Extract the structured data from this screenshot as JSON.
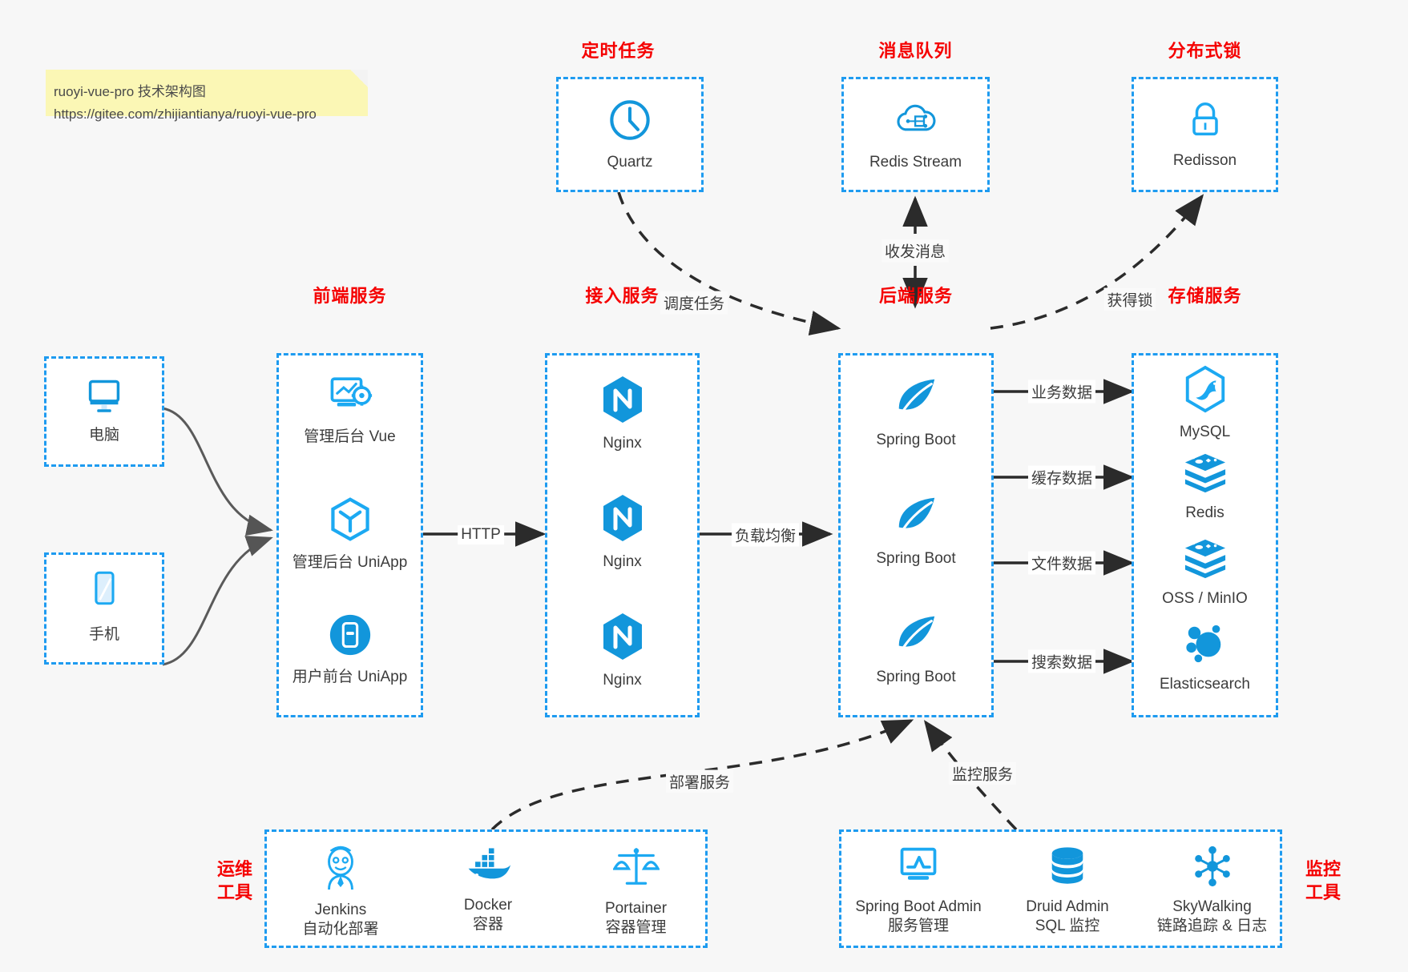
{
  "note": {
    "line1": "ruoyi-vue-pro 技术架构图",
    "line2": "https://gitee.com/zhijiantianya/ruoyi-vue-pro"
  },
  "colors": {
    "accent_blue": "#1e9bf0",
    "icon_blue": "#1296db",
    "title_red": "#f50000",
    "background": "#f7f7f7",
    "box_fill": "#ffffff",
    "arrow_gray": "#555555",
    "text": "#3c3c3c",
    "note_yellow": "#fbf7b5"
  },
  "groups": {
    "scheduled_task": {
      "title": "定时任务",
      "nodes": [
        {
          "label": "Quartz",
          "icon": "clock-icon"
        }
      ]
    },
    "message_queue": {
      "title": "消息队列",
      "nodes": [
        {
          "label": "Redis Stream",
          "icon": "cloud-network-icon"
        }
      ]
    },
    "distributed_lock": {
      "title": "分布式锁",
      "nodes": [
        {
          "label": "Redisson",
          "icon": "lock-icon"
        }
      ]
    },
    "clients": {
      "nodes": [
        {
          "label": "电脑",
          "icon": "desktop-monitor-icon"
        },
        {
          "label": "手机",
          "icon": "mobile-phone-icon"
        }
      ]
    },
    "frontend": {
      "title": "前端服务",
      "nodes": [
        {
          "label": "管理后台 Vue",
          "icon": "dashboard-gear-icon"
        },
        {
          "label": "管理后台 UniApp",
          "icon": "hexagon-cube-icon"
        },
        {
          "label": "用户前台 UniApp",
          "icon": "mobile-app-icon"
        }
      ]
    },
    "gateway": {
      "title": "接入服务",
      "nodes": [
        {
          "label": "Nginx",
          "icon": "nginx-icon"
        },
        {
          "label": "Nginx",
          "icon": "nginx-icon"
        },
        {
          "label": "Nginx",
          "icon": "nginx-icon"
        }
      ]
    },
    "backend": {
      "title": "后端服务",
      "nodes": [
        {
          "label": "Spring Boot",
          "icon": "spring-boot-icon"
        },
        {
          "label": "Spring Boot",
          "icon": "spring-boot-icon"
        },
        {
          "label": "Spring Boot",
          "icon": "spring-boot-icon"
        }
      ]
    },
    "storage": {
      "title": "存储服务",
      "nodes": [
        {
          "label": "MySQL",
          "icon": "mysql-dolphin-icon"
        },
        {
          "label": "Redis",
          "icon": "redis-stack-icon"
        },
        {
          "label": "OSS / MinIO",
          "icon": "redis-stack-icon"
        },
        {
          "label": "Elasticsearch",
          "icon": "elasticsearch-icon"
        }
      ]
    },
    "devops": {
      "title_line1": "运维",
      "title_line2": "工具",
      "nodes": [
        {
          "label": "Jenkins",
          "sub": "自动化部署",
          "icon": "jenkins-butler-icon"
        },
        {
          "label": "Docker",
          "sub": "容器",
          "icon": "docker-whale-icon"
        },
        {
          "label": "Portainer",
          "sub": "容器管理",
          "icon": "scales-icon"
        }
      ]
    },
    "monitoring": {
      "title_line1": "监控",
      "title_line2": "工具",
      "nodes": [
        {
          "label": "Spring Boot Admin",
          "sub": "服务管理",
          "icon": "monitor-chart-icon"
        },
        {
          "label": "Druid Admin",
          "sub": "SQL 监控",
          "icon": "database-icon"
        },
        {
          "label": "SkyWalking",
          "sub": "链路追踪 & 日志",
          "icon": "skywalking-node-icon"
        }
      ]
    }
  },
  "edges": [
    {
      "label": "调度任务",
      "from": "scheduled_task",
      "to": "backend",
      "style": "dashed"
    },
    {
      "label": "收发消息",
      "from": "message_queue",
      "to": "backend",
      "style": "dashed-bidirectional"
    },
    {
      "label": "获得锁",
      "from": "backend",
      "to": "distributed_lock",
      "style": "dashed"
    },
    {
      "label": "HTTP",
      "from": "frontend",
      "to": "gateway",
      "style": "solid"
    },
    {
      "label": "负载均衡",
      "from": "gateway",
      "to": "backend",
      "style": "solid"
    },
    {
      "label": "业务数据",
      "from": "backend",
      "to": "MySQL",
      "style": "solid"
    },
    {
      "label": "缓存数据",
      "from": "backend",
      "to": "Redis",
      "style": "solid"
    },
    {
      "label": "文件数据",
      "from": "backend",
      "to": "OSS / MinIO",
      "style": "solid"
    },
    {
      "label": "搜索数据",
      "from": "backend",
      "to": "Elasticsearch",
      "style": "solid"
    },
    {
      "label": "部署服务",
      "from": "devops",
      "to": "backend",
      "style": "dashed"
    },
    {
      "label": "监控服务",
      "from": "monitoring",
      "to": "backend",
      "style": "dashed"
    }
  ]
}
